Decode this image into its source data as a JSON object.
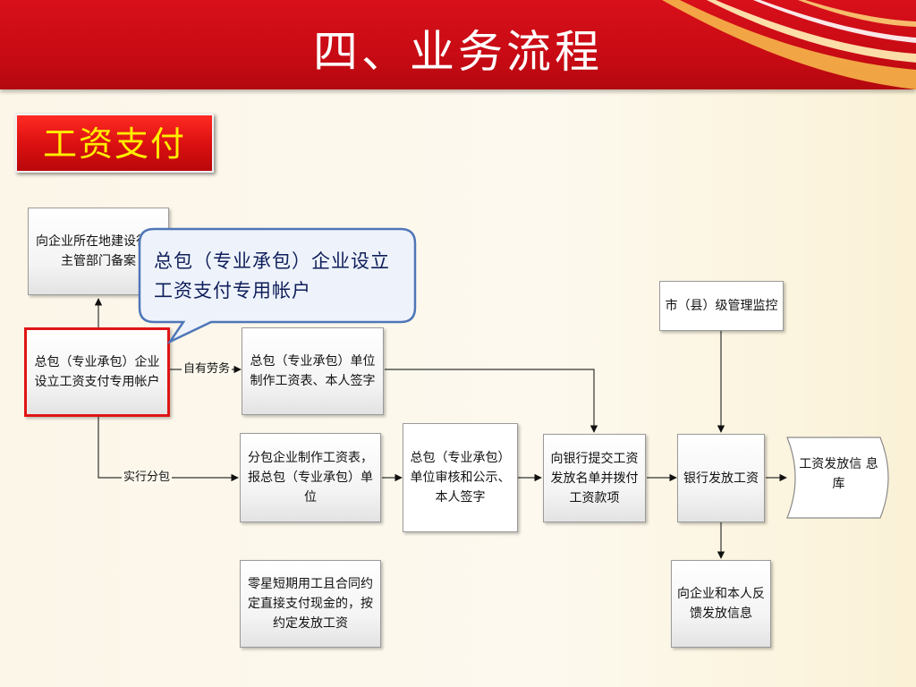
{
  "slide": {
    "title": "四、业务流程",
    "section_label": "工资支付"
  },
  "callout": {
    "text": "总包（专业承包）企业设立工资支付专用帐户"
  },
  "nodes": {
    "filing": "向企业所在地建设行政主管部门备案",
    "account": "总包（专业承包）企业设立工资支付专用帐户",
    "payroll_self": "总包（专业承包）单位制作工资表、本人签字",
    "payroll_sub": "分包企业制作工资表，报总包（专业承包）单位",
    "review": "总包（专业承包）单位审核和公示、本人签字",
    "submit_bank": "向银行提交工资发放名单并拨付工资款项",
    "bank_pay": "银行发放工资",
    "database": "工资发放信 息 库",
    "monitor": "市（县）级管理监控",
    "feedback": "向企业和本人反馈发放信息",
    "casual": "零星短期用工且合同约定直接支付现金的，按约定发放工资"
  },
  "edge_labels": {
    "self_labor": "自有劳务",
    "subcontract": "实行分包"
  }
}
